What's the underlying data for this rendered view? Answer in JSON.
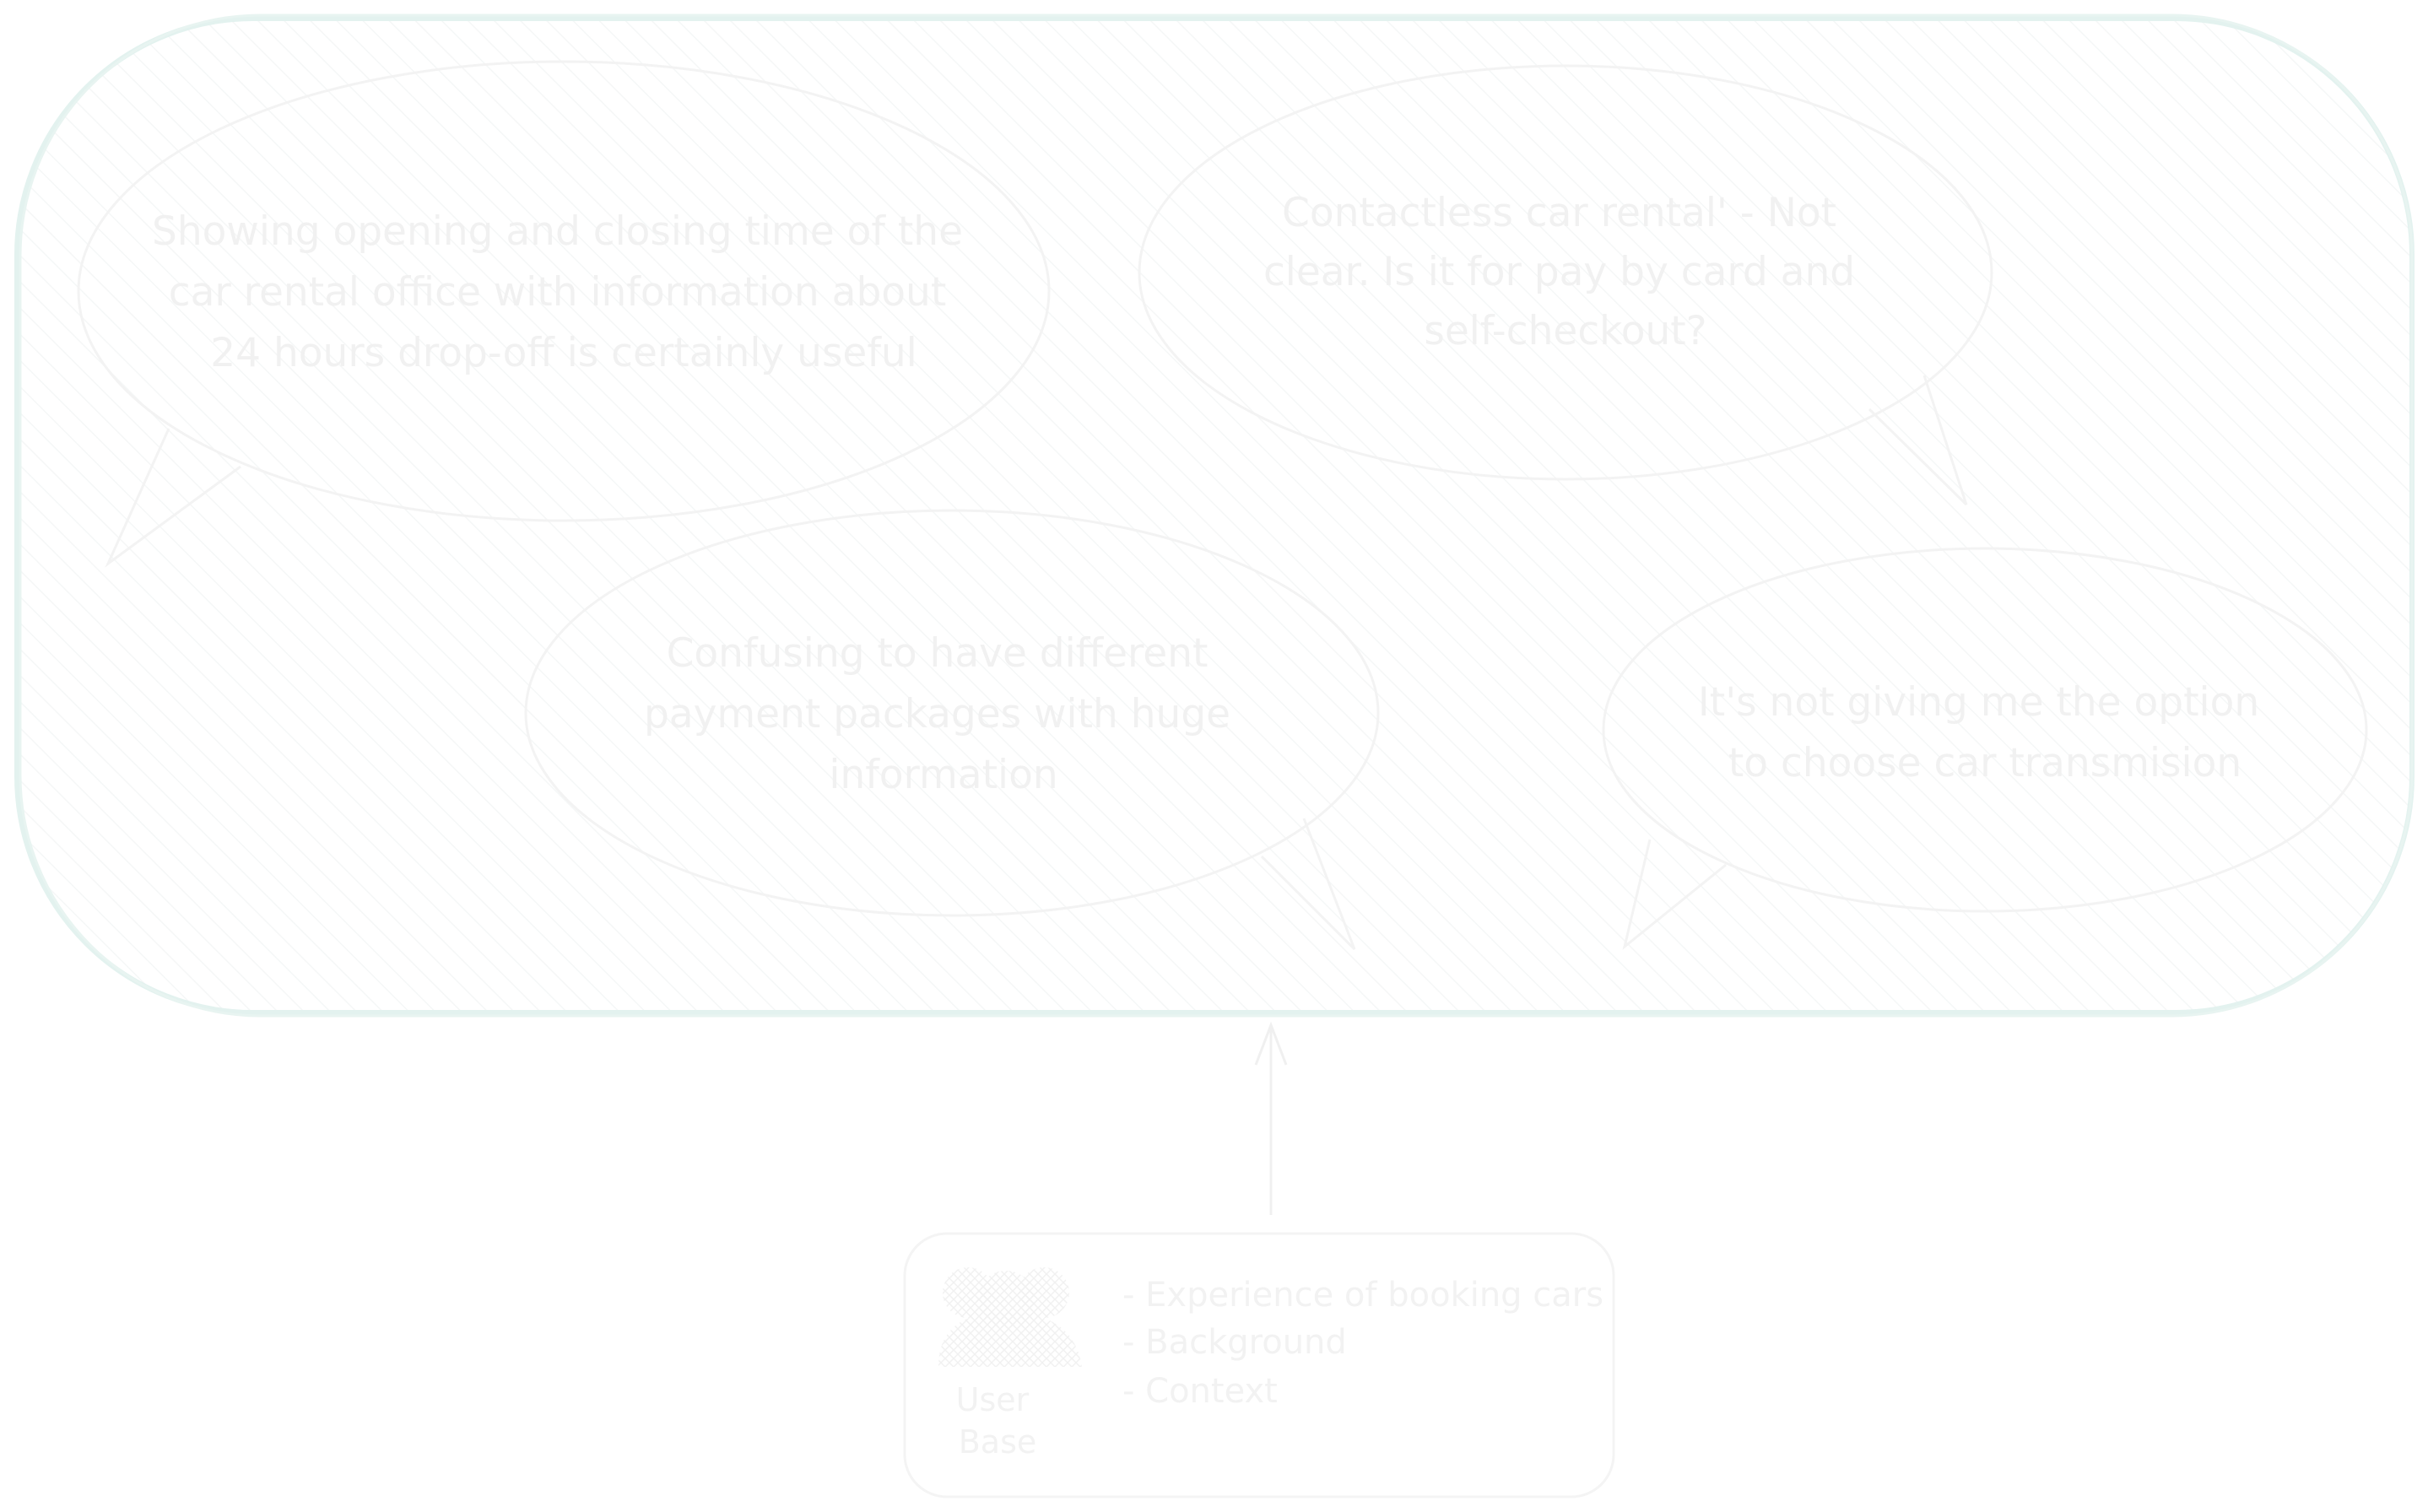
{
  "colors": {
    "frame_stroke": "#e3f2ef",
    "frame_hatch": "#f6f8f8",
    "bubble_stroke": "#f3f3f3",
    "text": "#f1f1f1",
    "background": "#ffffff"
  },
  "feedback": [
    {
      "lines": [
        "Showing opening and closing time of the",
        "car rental office with information about",
        "24 hours drop-off is certainly useful"
      ]
    },
    {
      "lines": [
        "Contactless car rental' - Not",
        "clear. Is it for pay by card and",
        "self-checkout?"
      ]
    },
    {
      "lines": [
        "Confusing to have different",
        "payment packages with huge",
        "information"
      ]
    },
    {
      "lines": [
        "It's not giving me the option",
        "to choose car transmision"
      ]
    }
  ],
  "user_base": {
    "icon": "users-icon",
    "label_lines": [
      "User",
      "Base"
    ],
    "bullets": [
      "- Experience of booking cars",
      "- Background",
      "- Context"
    ]
  },
  "arrow": {
    "icon": "arrow-up-icon"
  }
}
